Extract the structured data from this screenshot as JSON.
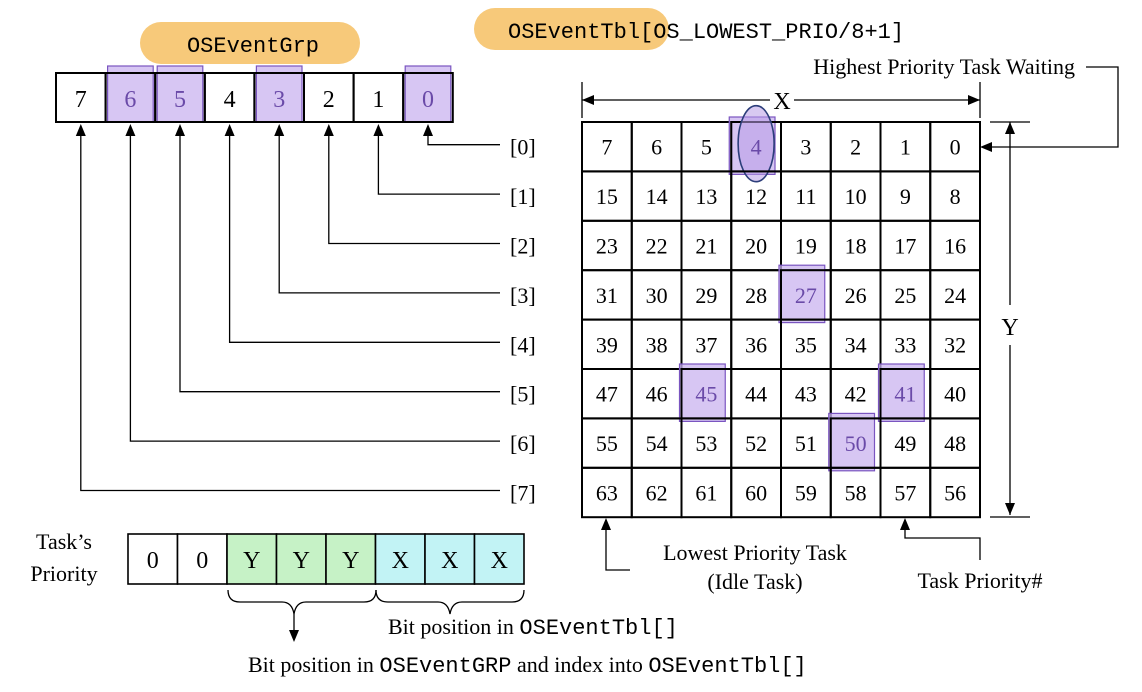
{
  "labels": {
    "grp_name": "OSEventGrp",
    "tbl_name": "OSEventTbl[OS_LOWEST_PRIO/8+1]",
    "highest": "Highest Priority Task Waiting",
    "axis_x": "X",
    "axis_y": "Y",
    "lowest_line1": "Lowest Priority Task",
    "lowest_line2": "(Idle Task)",
    "task_priority_num": "Task Priority#",
    "tasks_priority_line1": "Task’s",
    "tasks_priority_line2": "Priority",
    "bitpos_tbl_prefix": "Bit position in ",
    "bitpos_tbl_code": "OSEventTbl[]",
    "bitpos_grp_prefix": "Bit position in ",
    "bitpos_grp_code": "OSEventGRP",
    "bitpos_grp_mid": " and index into ",
    "bitpos_grp_code2": "OSEventTbl[]"
  },
  "grp_cells": [
    "7",
    "6",
    "5",
    "4",
    "3",
    "2",
    "1",
    "0"
  ],
  "grp_highlight": [
    false,
    true,
    true,
    false,
    true,
    false,
    false,
    true
  ],
  "row_indices": [
    "[0]",
    "[1]",
    "[2]",
    "[3]",
    "[4]",
    "[5]",
    "[6]",
    "[7]"
  ],
  "table": [
    [
      "7",
      "6",
      "5",
      "4",
      "3",
      "2",
      "1",
      "0"
    ],
    [
      "15",
      "14",
      "13",
      "12",
      "11",
      "10",
      "9",
      "8"
    ],
    [
      "23",
      "22",
      "21",
      "20",
      "19",
      "18",
      "17",
      "16"
    ],
    [
      "31",
      "30",
      "29",
      "28",
      "27",
      "26",
      "25",
      "24"
    ],
    [
      "39",
      "38",
      "37",
      "36",
      "35",
      "34",
      "33",
      "32"
    ],
    [
      "47",
      "46",
      "45",
      "44",
      "43",
      "42",
      "41",
      "40"
    ],
    [
      "55",
      "54",
      "53",
      "52",
      "51",
      "50",
      "49",
      "48"
    ],
    [
      "63",
      "62",
      "61",
      "60",
      "59",
      "58",
      "57",
      "56"
    ]
  ],
  "highlight_values": [
    "4",
    "27",
    "45",
    "41",
    "50"
  ],
  "circled_value": "4",
  "priority_bits": [
    "0",
    "0",
    "Y",
    "Y",
    "Y",
    "X",
    "X",
    "X"
  ],
  "colors": {
    "highlight_fill": "#c9b3ef",
    "label_bubble": "#f7c97a",
    "y_bits": "#c6f2c6",
    "x_bits": "#c2f3f5"
  }
}
